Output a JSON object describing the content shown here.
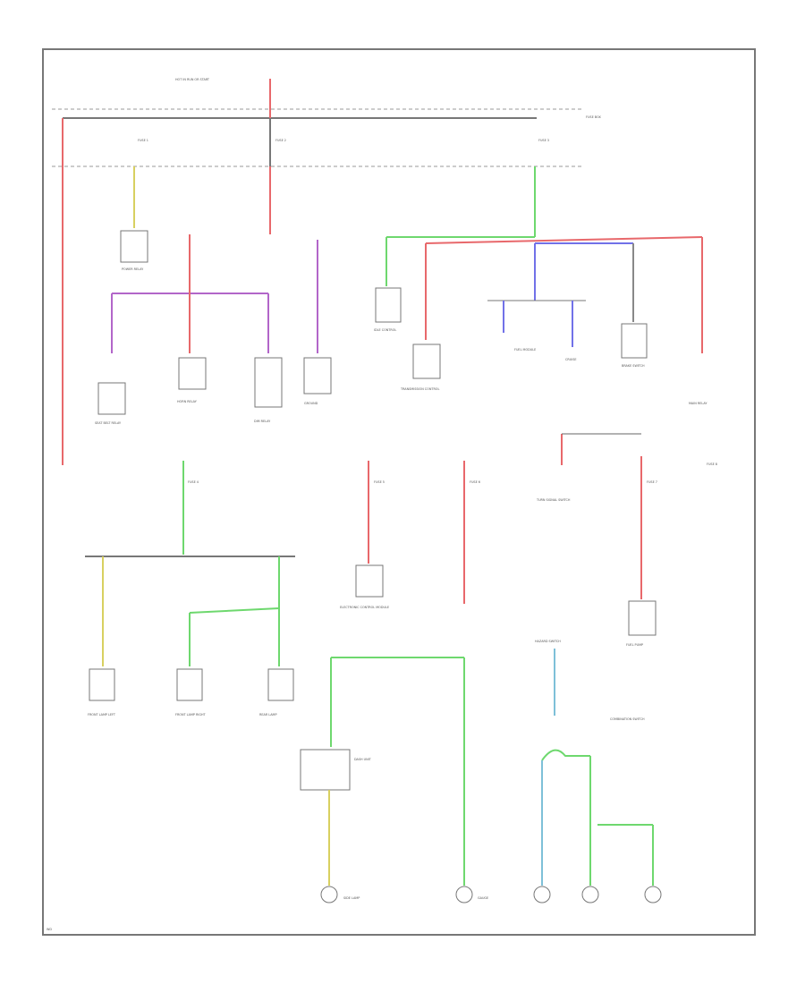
{
  "diagram": {
    "colors": {
      "red": "#e8686b",
      "green": "#6ed86e",
      "purple": "#b266c9",
      "blue": "#7171e8",
      "yellow": "#d8d060",
      "lightblue": "#7ec0d8",
      "gray": "#888888"
    },
    "labels": {
      "top_source": "HOT IN RUN OR START",
      "fuse_box": "FUSE BOX",
      "fuse_a": "FUSE 1",
      "fuse_b": "FUSE 2",
      "fuse_c": "FUSE 3",
      "fuse_d": "FUSE 4",
      "fuse_e": "FUSE 5",
      "fuse_f": "FUSE 6",
      "fuse_g": "FUSE 7",
      "fuse_h": "FUSE 8",
      "power_relay": "POWER RELAY",
      "seat_belt": "SEAT BELT RELAY",
      "horn_relay": "HORN RELAY",
      "dim_relay": "DIM RELAY",
      "ground_left": "GROUND",
      "idle_control": "IDLE CONTROL",
      "trans_control": "TRANSMISSION CONTROL",
      "fuel_module": "FUEL MODULE",
      "cruise": "CRUISE",
      "brake_switch": "BRAKE SWITCH",
      "main_relay": "MAIN RELAY",
      "electronic_module": "ELECTRONIC CONTROL MODULE",
      "turn_signal": "TURN SIGNAL SWITCH",
      "fuel_pump": "FUEL PUMP",
      "front_lamp_l": "FRONT LAMP LEFT",
      "front_lamp_r": "FRONT LAMP RIGHT",
      "rear_lamp": "REAR LAMP",
      "side_lamp": "SIDE LAMP",
      "hazard": "HAZARD SWITCH",
      "combination": "COMBINATION SWITCH",
      "dash_unit": "DASH UNIT",
      "gauge": "GAUGE"
    },
    "footer": "WD"
  }
}
